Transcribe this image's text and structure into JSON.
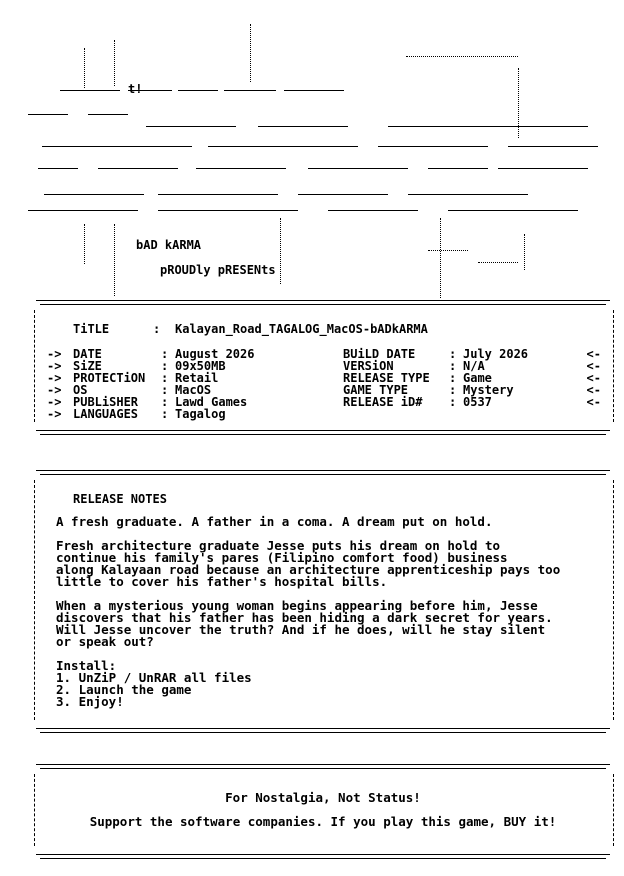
{
  "header": {
    "greet": "t!",
    "group": "bAD kARMA",
    "presents": "pROUDly pRESENts"
  },
  "info": {
    "title_label": "TiTLE",
    "title_value": "Kalayan_Road_TAGALOG_MacOS-bADkARMA",
    "rows_left": [
      {
        "label": "DATE",
        "value": "August 2026"
      },
      {
        "label": "SiZE",
        "value": "09x50MB"
      },
      {
        "label": "PROTECTiON",
        "value": "Retail"
      },
      {
        "label": "OS",
        "value": "MacOS"
      },
      {
        "label": "PUBLiSHER",
        "value": "Lawd Games"
      },
      {
        "label": "LANGUAGES",
        "value": "Tagalog"
      }
    ],
    "rows_right": [
      {
        "label": "BUiLD DATE",
        "value": "July 2026"
      },
      {
        "label": "VERSiON",
        "value": "N/A"
      },
      {
        "label": "RELEASE TYPE",
        "value": "Game"
      },
      {
        "label": "GAME TYPE",
        "value": "Mystery"
      },
      {
        "label": "RELEASE iD#",
        "value": "0537"
      }
    ],
    "arrow_left": "->",
    "arrow_right": "<-"
  },
  "notes": {
    "heading": "RELEASE NOTES",
    "p1": "A fresh graduate. A father in a coma. A dream put on hold.",
    "p2": "Fresh architecture graduate Jesse puts his dream on hold to\ncontinue his family's pares (Filipino comfort food) business\nalong Kalayaan road because an architecture apprenticeship pays too\nlittle to cover his father's hospital bills.",
    "p3": "When a mysterious young woman begins appearing before him, Jesse\ndiscovers that his father has been hiding a dark secret for years.\nWill Jesse uncover the truth? And if he does, will he stay silent\nor speak out?",
    "install": "Install:\n1. UnZiP / UnRAR all files\n2. Launch the game\n3. Enjoy!"
  },
  "footer": {
    "line1": "For Nostalgia, Not Status!",
    "line2": "Support the software companies. If you play this game, BUY it!"
  }
}
